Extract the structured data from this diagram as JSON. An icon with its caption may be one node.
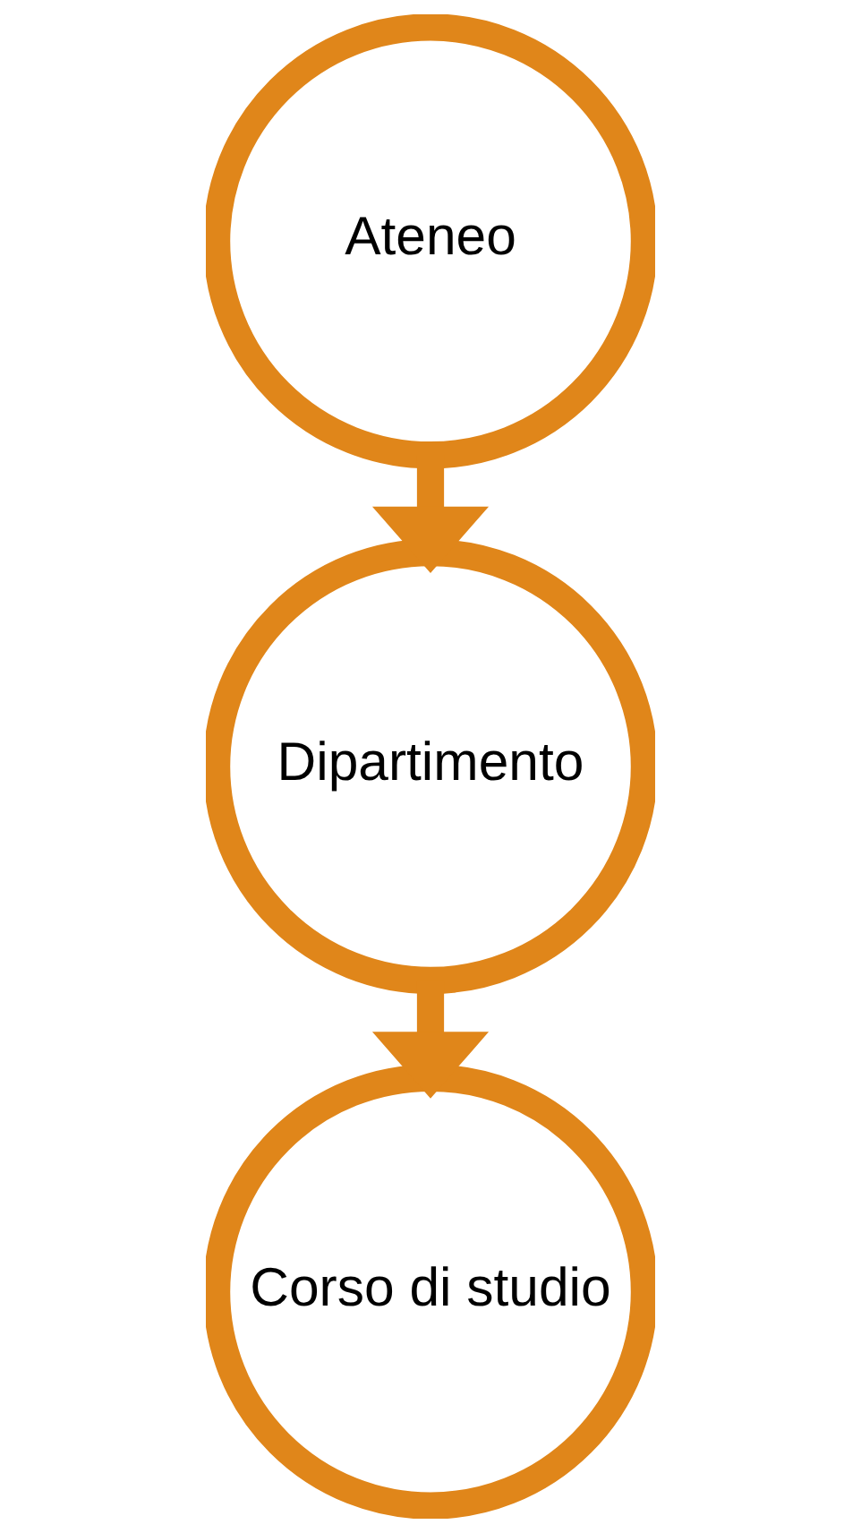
{
  "diagram": {
    "nodes": [
      {
        "text": [
          "Ateneo"
        ]
      },
      {
        "text": [
          "Dipartimento"
        ]
      },
      {
        "text": [
          "Corso di studio"
        ]
      }
    ],
    "edges": [
      {
        "from": 0,
        "to": 1,
        "arrow": "to"
      },
      {
        "from": 1,
        "to": 2,
        "arrow": "to"
      }
    ]
  }
}
